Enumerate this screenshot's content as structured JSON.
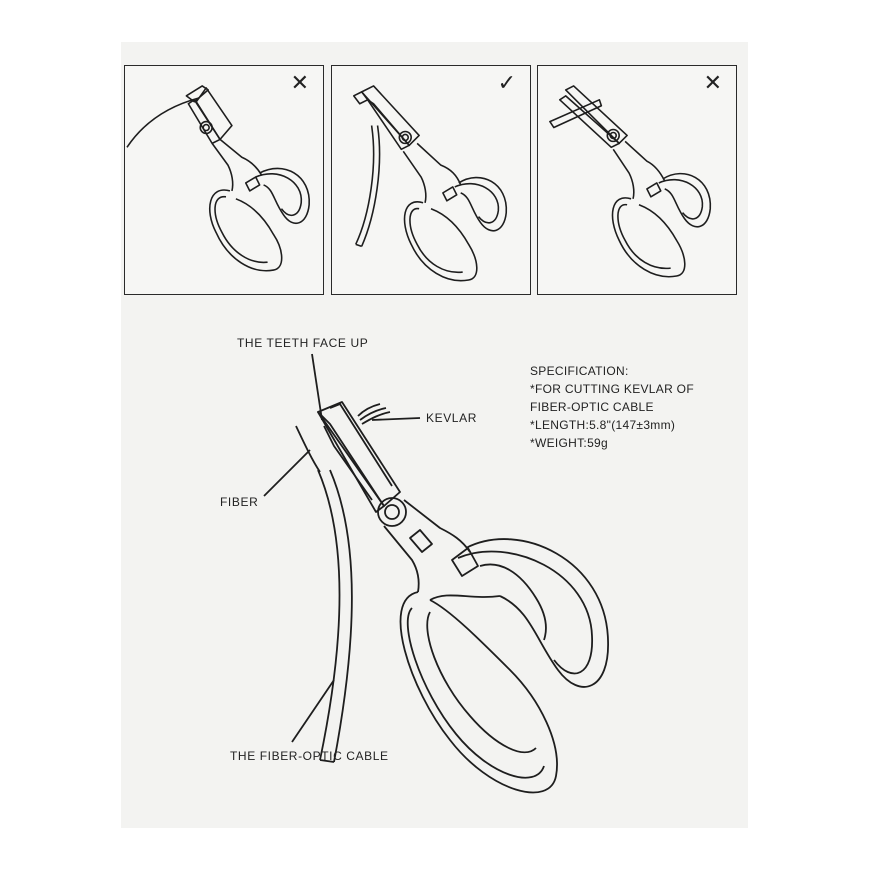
{
  "panels": [
    {
      "mark": "✕"
    },
    {
      "mark": "✓"
    },
    {
      "mark": "✕"
    }
  ],
  "labels": {
    "teeth": "THE TEETH FACE UP",
    "kevlar": "KEVLAR",
    "fiber": "FIBER",
    "cable": "THE FIBER-OPTIC CABLE"
  },
  "spec": {
    "title": "SPECIFICATION:",
    "line1": "*FOR CUTTING KEVLAR OF",
    "line2": " FIBER-OPTIC CABLE",
    "line3": "*LENGTH:5.8\"(147±3mm)",
    "line4": "*WEIGHT:59g"
  },
  "icons": [
    "cross-mark-icon",
    "check-mark-icon",
    "scissors-icon"
  ]
}
